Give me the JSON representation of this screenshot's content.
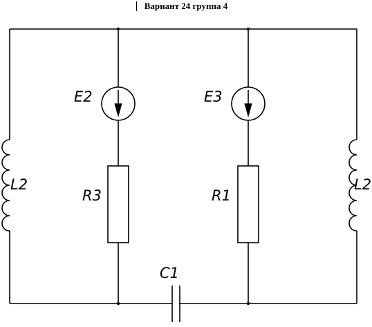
{
  "title": "Вариант 24 группа 4",
  "components": {
    "e2": {
      "label": "E2"
    },
    "e3": {
      "label": "E3"
    },
    "r3": {
      "label": "R3"
    },
    "r1": {
      "label": "R1"
    },
    "l2_left": {
      "label": "L2"
    },
    "l2_right": {
      "label": "L2"
    },
    "c1": {
      "label": "C1"
    }
  }
}
